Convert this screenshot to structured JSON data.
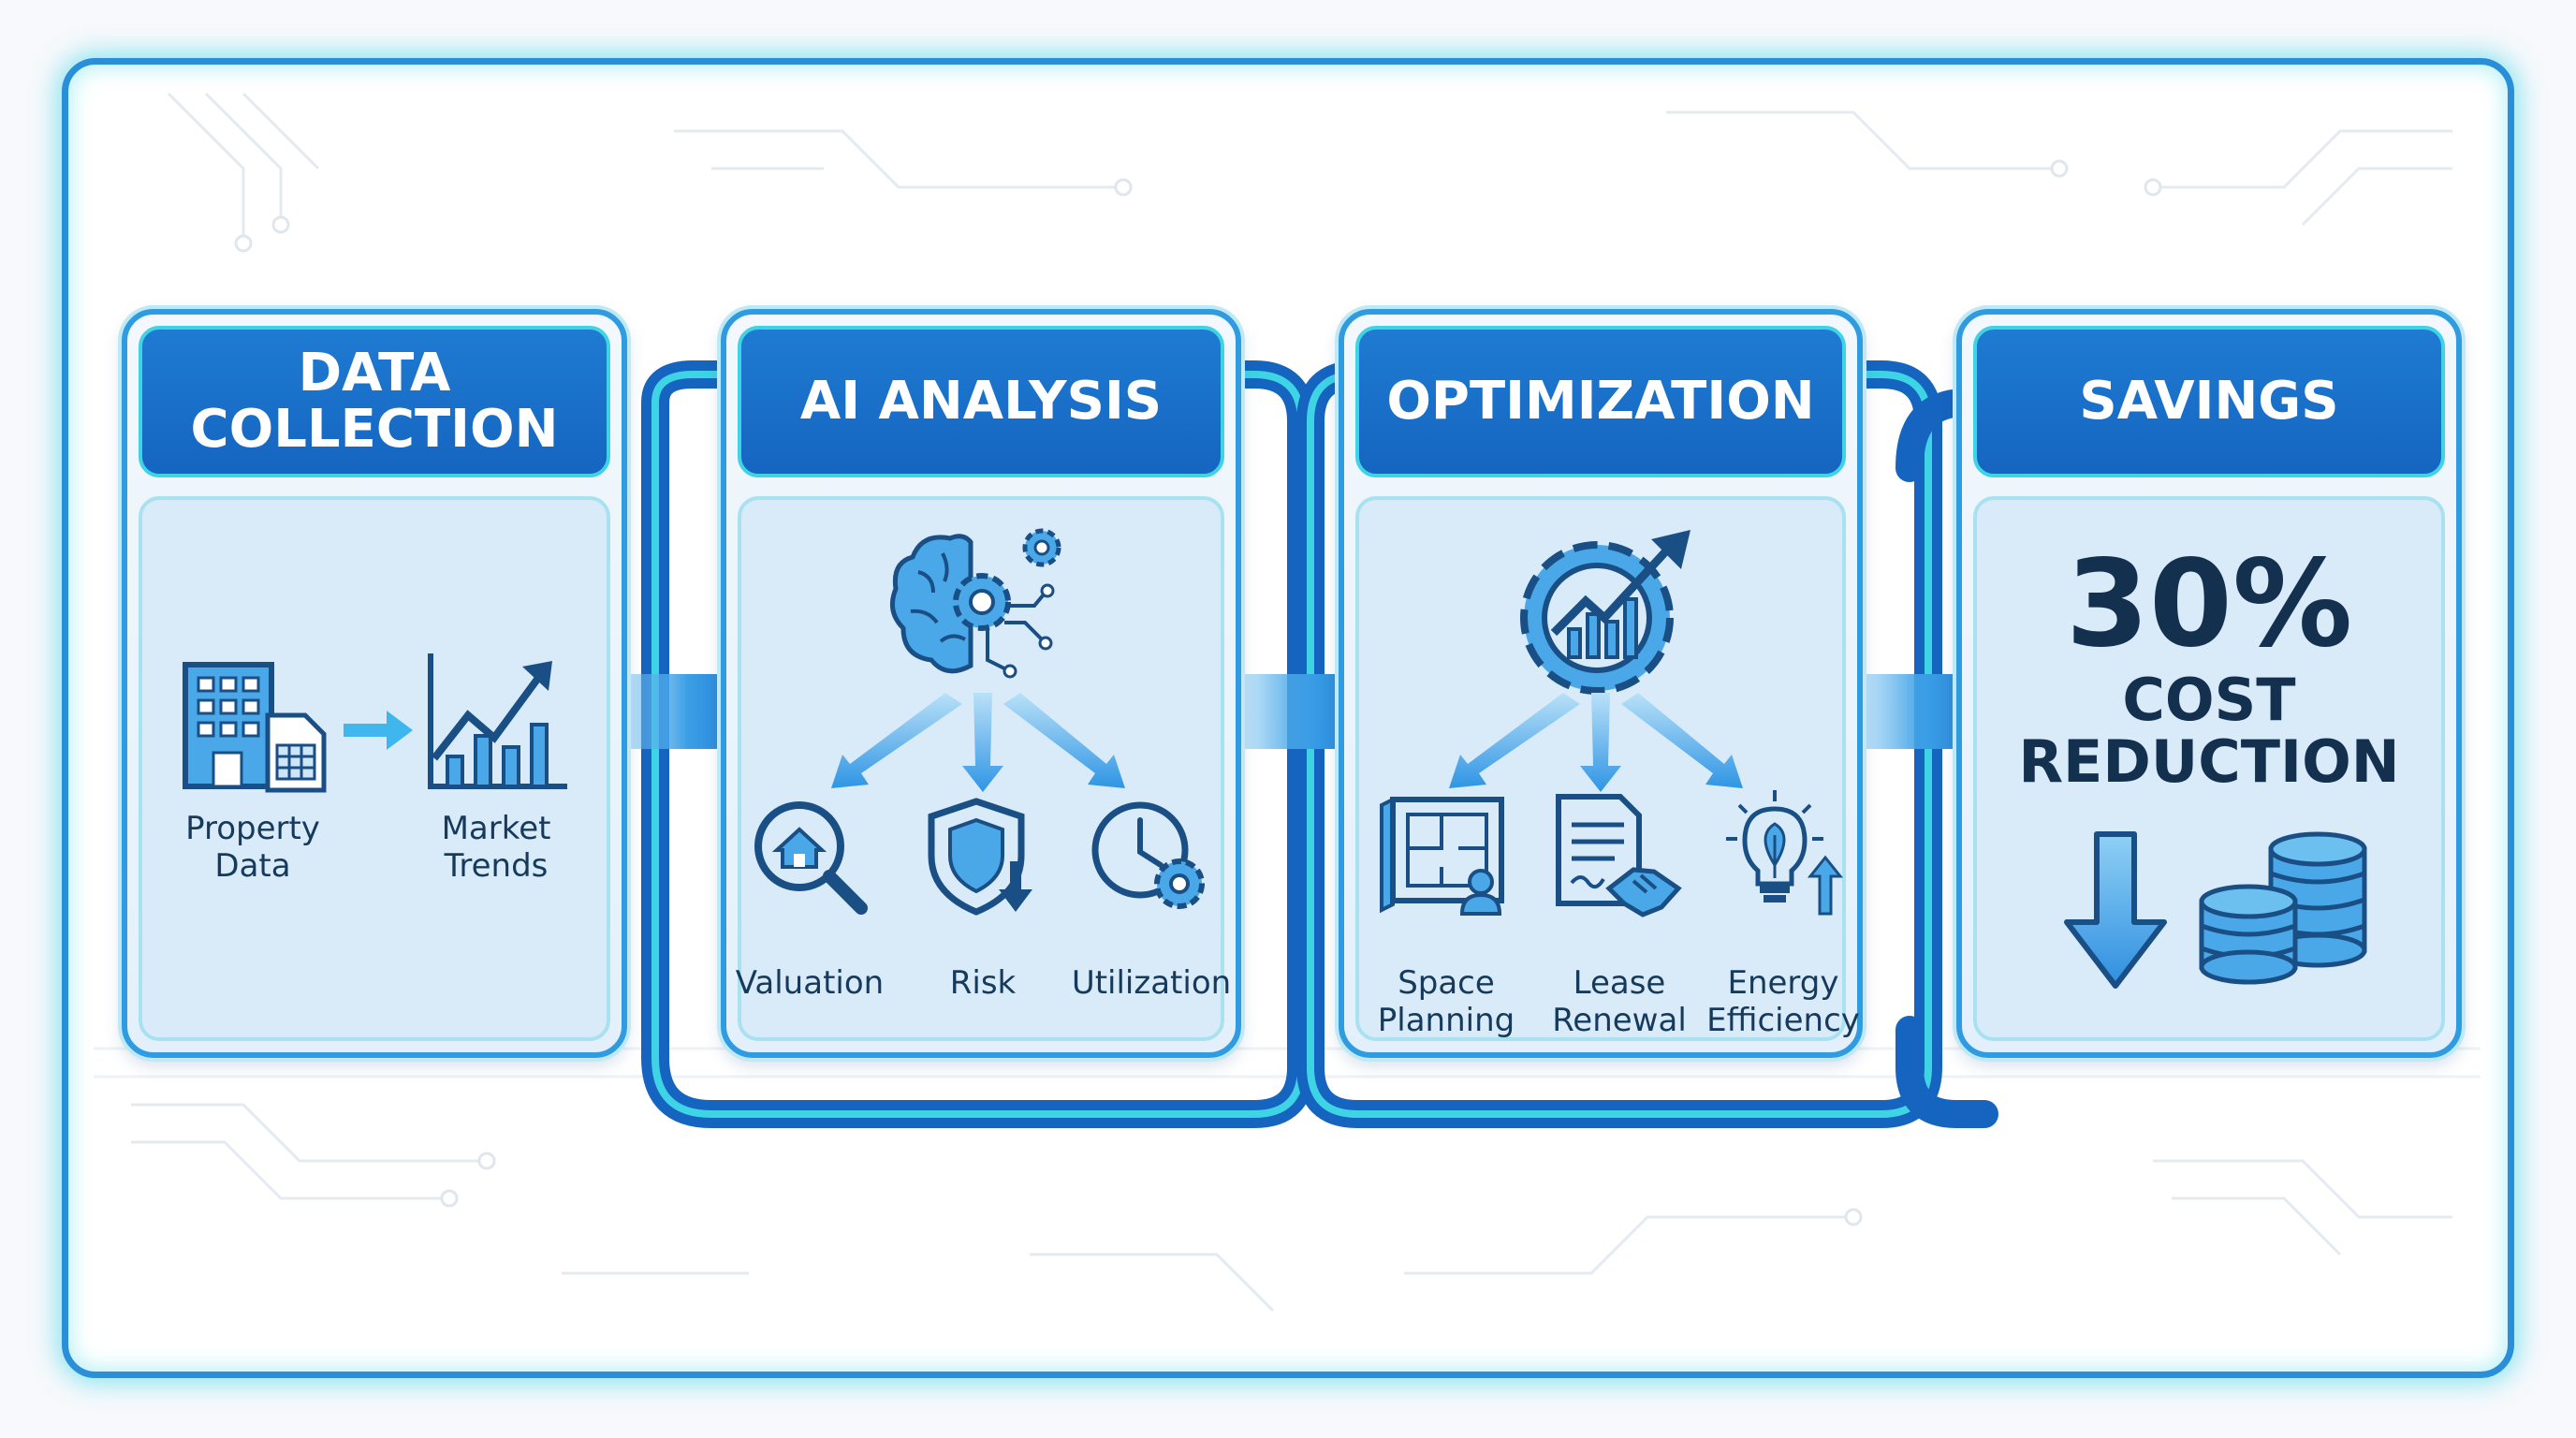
{
  "stages": [
    {
      "title": "DATA COLLECTION",
      "items": [
        {
          "label": "Property\nData",
          "icon": "building-spreadsheet-icon"
        },
        {
          "label": "Market\nTrends",
          "icon": "trend-chart-icon"
        }
      ]
    },
    {
      "title": "AI ANALYSIS",
      "hub_icon": "brain-gear-icon",
      "items": [
        {
          "label": "Valuation",
          "icon": "house-magnifier-icon"
        },
        {
          "label": "Risk",
          "icon": "shield-down-icon"
        },
        {
          "label": "Utilization",
          "icon": "clock-gear-icon"
        }
      ]
    },
    {
      "title": "OPTIMIZATION",
      "hub_icon": "gear-growth-icon",
      "items": [
        {
          "label": "Space\nPlanning",
          "icon": "floor-plan-icon"
        },
        {
          "label": "Lease\nRenewal",
          "icon": "contract-handshake-icon"
        },
        {
          "label": "Energy\nEfficiency",
          "icon": "lightbulb-leaf-icon"
        }
      ]
    },
    {
      "title": "SAVINGS",
      "value": "30%",
      "value_caption": "COST\nREDUCTION",
      "icons": [
        "down-arrow-icon",
        "coin-stack-icon"
      ]
    }
  ],
  "colors": {
    "header": "#1565c0",
    "accent": "#3fd3e6",
    "panel": "#d9ebf9",
    "icon_dark": "#1a4f86",
    "icon_light": "#4aa8e8",
    "text": "#14304f"
  }
}
